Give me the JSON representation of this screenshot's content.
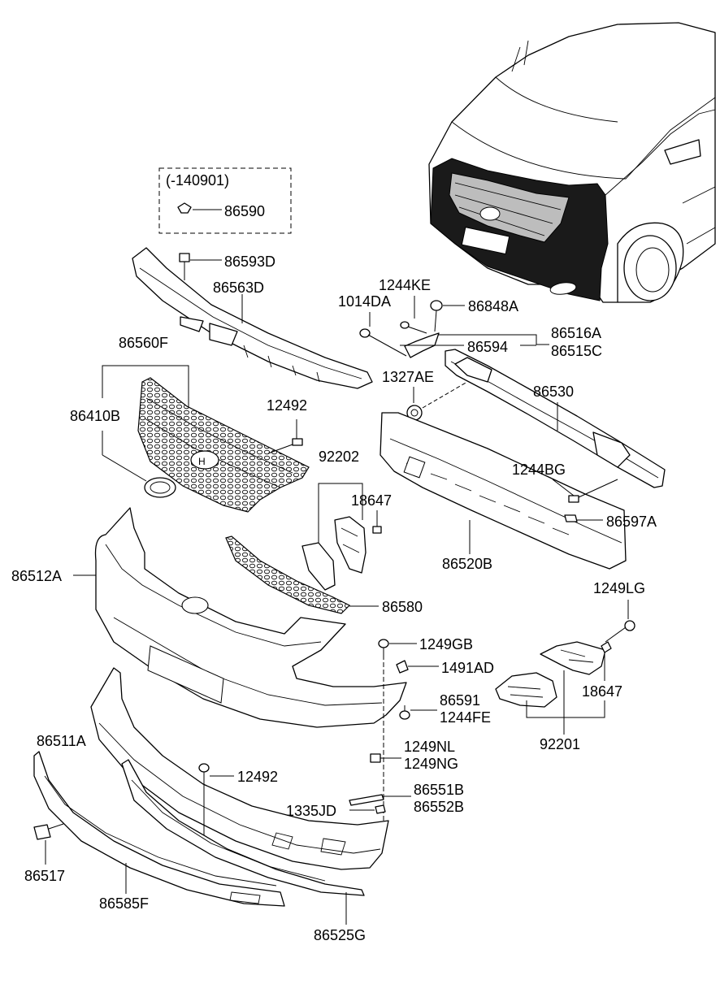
{
  "labels": {
    "supersession": "(-140901)",
    "p86590": "86590",
    "p86593D": "86593D",
    "p86563D": "86563D",
    "p86560F": "86560F",
    "p86410B": "86410B",
    "p12492_upper": "12492",
    "p1244KE": "1244KE",
    "p1014DA": "1014DA",
    "p86848A": "86848A",
    "p86516A": "86516A",
    "p86515C": "86515C",
    "p86594": "86594",
    "p1327AE": "1327AE",
    "p86530": "86530",
    "p92202": "92202",
    "p18647_left": "18647",
    "p1244BG": "1244BG",
    "p86597A": "86597A",
    "p86520B": "86520B",
    "p86512A": "86512A",
    "p86580": "86580",
    "p1249LG": "1249LG",
    "p1249GB": "1249GB",
    "p1491AD": "1491AD",
    "p86591": "86591",
    "p1244FE": "1244FE",
    "p18647_right": "18647",
    "p92201": "92201",
    "p86511A": "86511A",
    "p1249NL": "1249NL",
    "p1249NG": "1249NG",
    "p12492_lower": "12492",
    "p86551B": "86551B",
    "p86552B": "86552B",
    "p1335JD": "1335JD",
    "p86517": "86517",
    "p86585F": "86585F",
    "p86525G": "86525G"
  }
}
